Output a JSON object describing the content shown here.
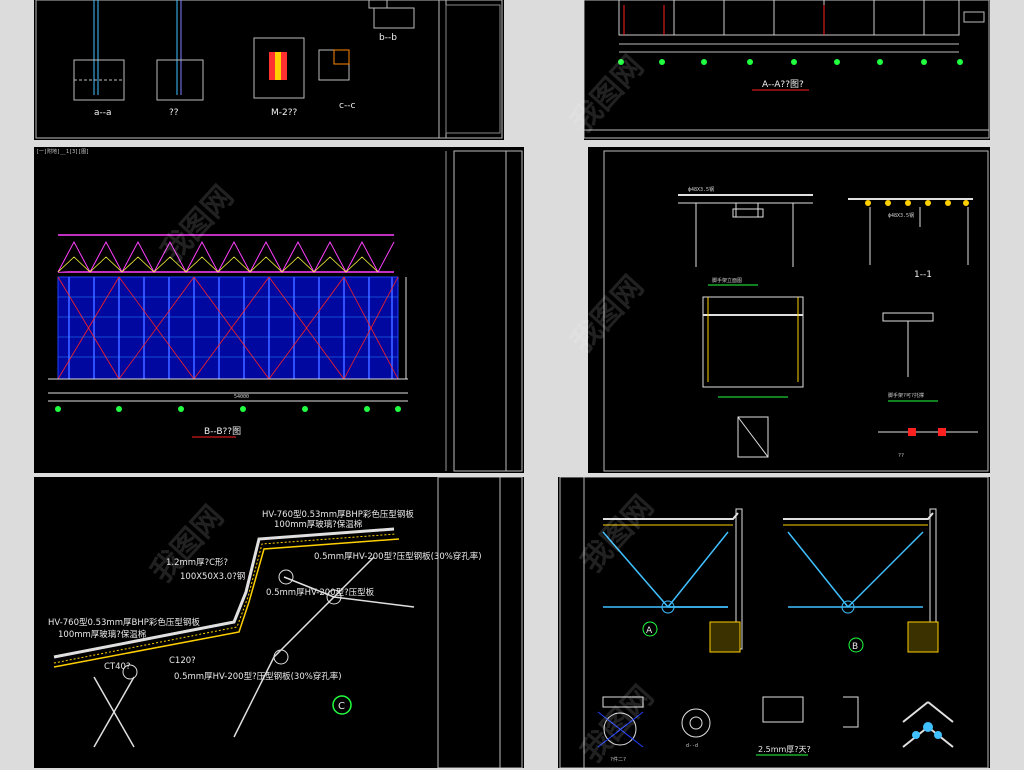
{
  "sheets": {
    "p1": {
      "labels": [
        "b--b",
        "c--c",
        "M-2??",
        "a--a",
        "??"
      ]
    },
    "p2": {
      "title": "A--A??图?"
    },
    "p3": {
      "header": "[一]附地]__1[3][图]",
      "title": "B--B??图",
      "dim_total": "54000"
    },
    "p4": {
      "tube1": "ф48X3.5钢",
      "tube2": "ф48X3.5钢",
      "sec": "1--1",
      "cap1": "脚手架立面图",
      "cap2": "脚手架?可?托撑",
      "cap3": "??"
    },
    "p5": {
      "notes": [
        "HV-760型0.53mm厚BHP彩色压型钢板",
        "100mm厚玻璃?保温棉",
        "1.2mm厚?C形?",
        "100X50X3.0?钢",
        "0.5mm厚HV-200型?压型板",
        "HV-760型0.53mm厚BHP彩色压型钢板",
        "100mm厚玻璃?保温棉",
        "CT40?",
        "C120?",
        "0.5mm厚HV-200型?压型钢板(30%穿孔率)",
        "0.5mm厚HV-200型?压型钢板(30%穿孔率)"
      ],
      "marker": "C"
    },
    "p6": {
      "markers": [
        "A",
        "B"
      ],
      "cap1": "d--d",
      "cap2": "2.5mm厚?天?",
      "cap3": "?件二?"
    }
  },
  "watermark": "我图网",
  "colors": {
    "line": "#e0e0e0",
    "blue": "#2040ff",
    "red": "#ff2020",
    "magenta": "#ff40ff",
    "yellow": "#ffff40",
    "green": "#20ff40",
    "cyan": "#40ffff"
  }
}
